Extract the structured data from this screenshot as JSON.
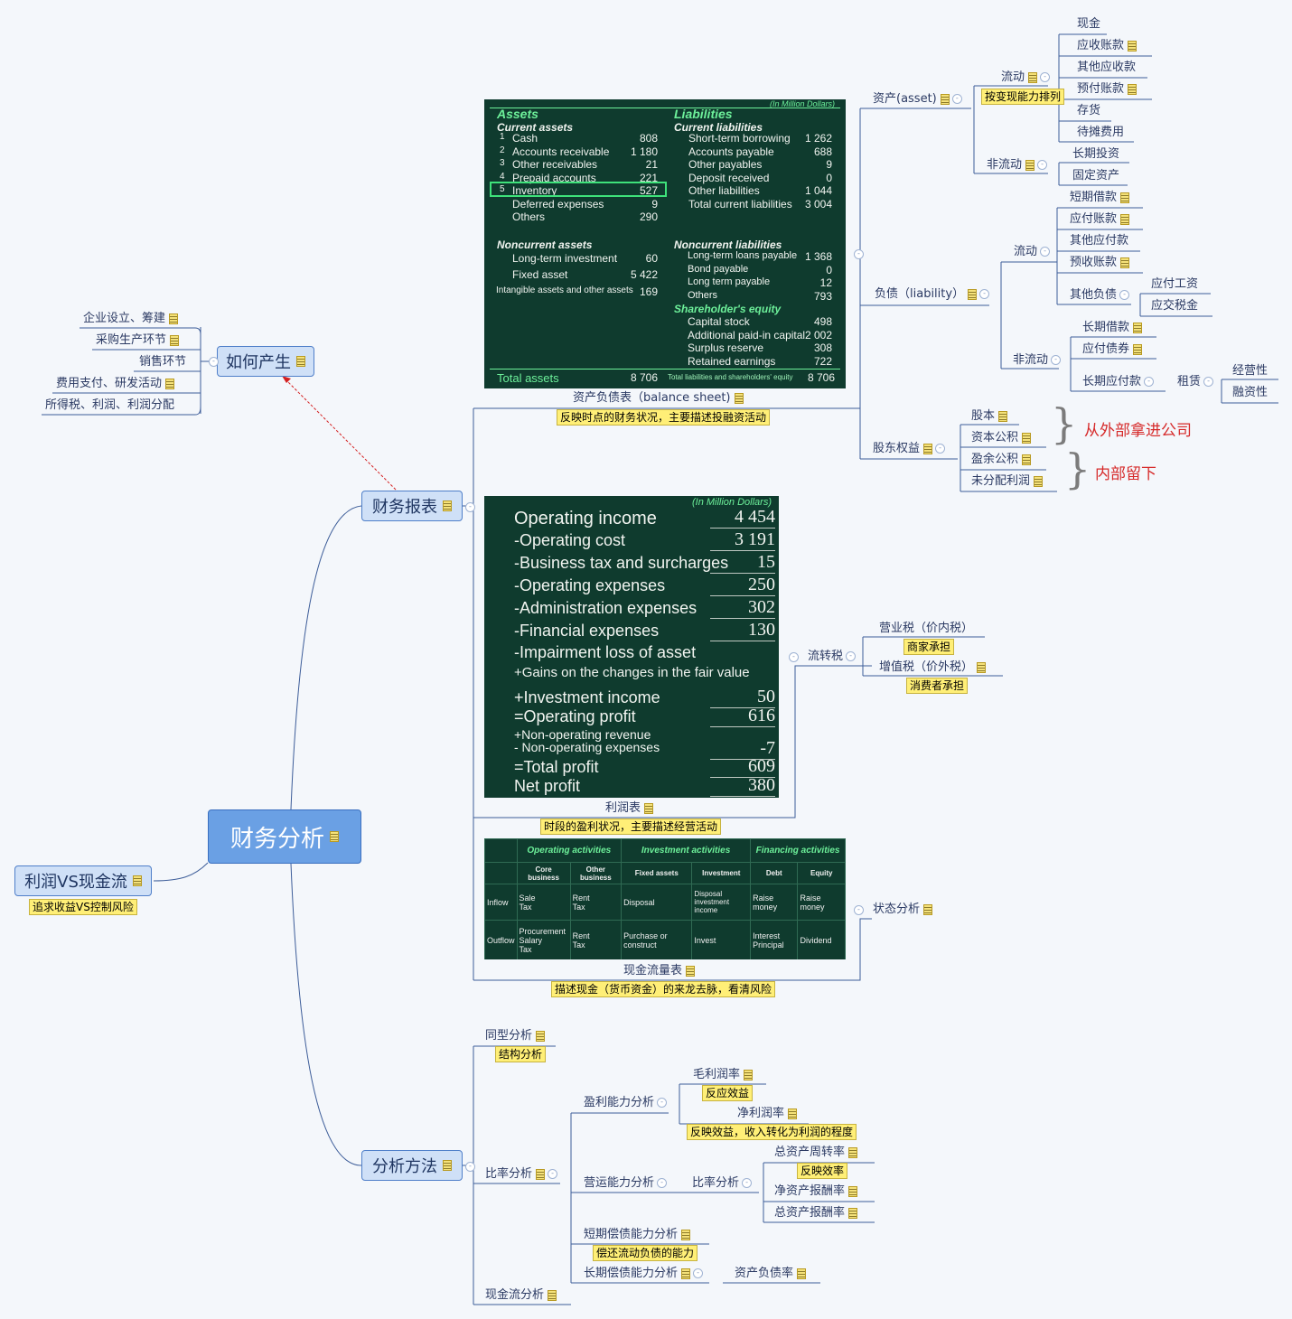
{
  "root": "财务分析",
  "left": {
    "profit_vs_cash": "利润VS现金流",
    "profit_vs_cash_note": "追求收益VS控制风险",
    "how_generated": "如何产生",
    "how_items": [
      "企业设立、筹建",
      "采购生产环节",
      "销售环节",
      "费用支付、研发活动",
      "所得税、利润、利润分配"
    ]
  },
  "statements": {
    "label": "财务报表",
    "balance_sheet": {
      "label": "资产负债表（balance sheet)",
      "note": "反映时点的财务状况，主要描述投融资活动",
      "image": {
        "unit": "(In Million Dollars)",
        "assets": "Assets",
        "liabilities": "Liabilities",
        "current_assets": "Current assets",
        "ca_rows": [
          {
            "n": "1",
            "label": "Cash",
            "value": "808"
          },
          {
            "n": "2",
            "label": "Accounts receivable",
            "value": "1 180"
          },
          {
            "n": "3",
            "label": "Other receivables",
            "value": "21"
          },
          {
            "n": "4",
            "label": "Prepaid accounts",
            "value": "221"
          },
          {
            "n": "5",
            "label": "Inventory",
            "value": "527"
          },
          {
            "n": "",
            "label": "Deferred expenses",
            "value": "9"
          },
          {
            "n": "",
            "label": "Others",
            "value": "290"
          }
        ],
        "current_liabilities": "Current liabilities",
        "cl_rows": [
          {
            "label": "Short-term borrowing",
            "value": "1 262"
          },
          {
            "label": "Accounts payable",
            "value": "688"
          },
          {
            "label": "Other payables",
            "value": "9"
          },
          {
            "label": "Deposit received",
            "value": "0"
          },
          {
            "label": "Other liabilities",
            "value": "1 044"
          },
          {
            "label": "Total current liabilities",
            "value": "3 004"
          }
        ],
        "noncurrent_assets": "Noncurrent assets",
        "na_rows": [
          {
            "label": "Long-term investment",
            "value": "60"
          },
          {
            "label": "Fixed asset",
            "value": "5 422"
          },
          {
            "label": "Intangible assets and other assets",
            "value": "169"
          }
        ],
        "noncurrent_liabilities": "Noncurrent liabilities",
        "nl_rows": [
          {
            "label": "Long-term loans payable",
            "value": "1 368"
          },
          {
            "label": "Bond payable",
            "value": "0"
          },
          {
            "label": "Long term payable",
            "value": "12"
          },
          {
            "label": "Others",
            "value": "793"
          }
        ],
        "equity": "Shareholder's equity",
        "eq_rows": [
          {
            "label": "Capital stock",
            "value": "498"
          },
          {
            "label": "Additional paid-in capital",
            "value": "2 002"
          },
          {
            "label": "Surplus reserve",
            "value": "308"
          },
          {
            "label": "Retained earnings",
            "value": "722"
          }
        ],
        "total_assets": "Total assets",
        "total_assets_value": "8 706",
        "total_le": "Total liabilities and shareholders' equity",
        "total_le_value": "8 706"
      },
      "assets_node": "资产(asset)",
      "current": "流动",
      "current_note": "按变现能力排列",
      "current_items": [
        "现金",
        "应收账款",
        "其他应收款",
        "预付账款",
        "存货",
        "待摊费用"
      ],
      "noncurrent": "非流动",
      "noncurrent_items": [
        "长期投资",
        "固定资产"
      ],
      "liability_node": "负债（liability）",
      "l_current": "流动",
      "l_current_items": [
        "短期借款",
        "应付账款",
        "其他应付款",
        "预收账款",
        "其他负债"
      ],
      "other_liab_items": [
        "应付工资",
        "应交税金"
      ],
      "l_noncurrent": "非流动",
      "l_noncurrent_items": [
        "长期借款",
        "应付债券",
        "长期应付款"
      ],
      "lease": "租赁",
      "lease_items": [
        "经营性",
        "融资性"
      ],
      "equity_node": "股东权益",
      "equity_items": [
        "股本",
        "资本公积",
        "盈余公积",
        "未分配利润"
      ],
      "external": "从外部拿进公司",
      "internal": "内部留下"
    },
    "income": {
      "label": "利润表",
      "note": "时段的盈利状况，主要描述经营活动",
      "image": {
        "unit": "(In Million Dollars)",
        "rows": [
          {
            "label": "Operating income",
            "value": "4 454"
          },
          {
            "label": "-Operating cost",
            "value": "3 191"
          },
          {
            "label": "-Business tax and surcharges",
            "value": "15"
          },
          {
            "label": "-Operating expenses",
            "value": "250"
          },
          {
            "label": "-Administration expenses",
            "value": "302"
          },
          {
            "label": "-Financial expenses",
            "value": "130"
          },
          {
            "label": "-Impairment loss of asset",
            "value": ""
          },
          {
            "label": "+Gains on the changes in the fair value",
            "value": ""
          },
          {
            "label": "+Investment income",
            "value": "50"
          },
          {
            "label": "=Operating profit",
            "value": "616"
          },
          {
            "label": "+Non-operating revenue",
            "value": ""
          },
          {
            "label": "- Non-operating expenses",
            "value": "-7"
          },
          {
            "label": "=Total profit",
            "value": "609"
          },
          {
            "label": "Net profit",
            "value": "380"
          }
        ]
      },
      "turnover_tax": "流转税",
      "business_tax": "营业税（价内税）",
      "business_tax_note": "商家承担",
      "vat": "增值税（价外税）",
      "vat_note": "消费者承担"
    },
    "cashflow": {
      "label": "现金流量表",
      "note": "描述现金（货币资金）的来龙去脉，看清风险",
      "state": "状态分析",
      "image": {
        "op": "Operating activities",
        "inv": "Investment activities",
        "fin": "Financing activities",
        "subs": [
          "Core business",
          "Other business",
          "Fixed assets",
          "Investment",
          "Debt",
          "Equity"
        ],
        "inflow": "Inflow",
        "outflow": "Outflow",
        "in_cells": [
          "Sale\nTax",
          "Rent\nTax",
          "Disposal",
          "Disposal\ninvestment income",
          "Raise money",
          "Raise money"
        ],
        "out_cells": [
          "Procurement\nSalary\nTax",
          "Rent\nTax",
          "Purchase or construct",
          "Invest",
          "Interest\nPrincipal",
          "Dividend"
        ]
      }
    }
  },
  "methods": {
    "label": "分析方法",
    "same_type": "同型分析",
    "same_type_note": "结构分析",
    "ratio": "比率分析",
    "profitability": "盈利能力分析",
    "gross_margin": "毛利润率",
    "gross_margin_note": "反应效益",
    "net_margin": "净利润率",
    "net_margin_note": "反映效益，收入转化为利润的程度",
    "operating": "营运能力分析",
    "op_ratio": "比率分析",
    "turnover": "总资产周转率",
    "turnover_note": "反映效率",
    "roe": "净资产报酬率",
    "roa": "总资产报酬率",
    "short_solv": "短期偿债能力分析",
    "short_solv_note": "偿还流动负债的能力",
    "long_solv": "长期偿债能力分析",
    "debt_ratio": "资产负债率",
    "cashflow_analysis": "现金流分析"
  },
  "colors": {
    "node": "#cfe0f7",
    "root": "#6aa0e4",
    "note": "#ffef77",
    "board": "#0f3b2e",
    "accent": "#6df09a",
    "red": "#d62a2a"
  }
}
